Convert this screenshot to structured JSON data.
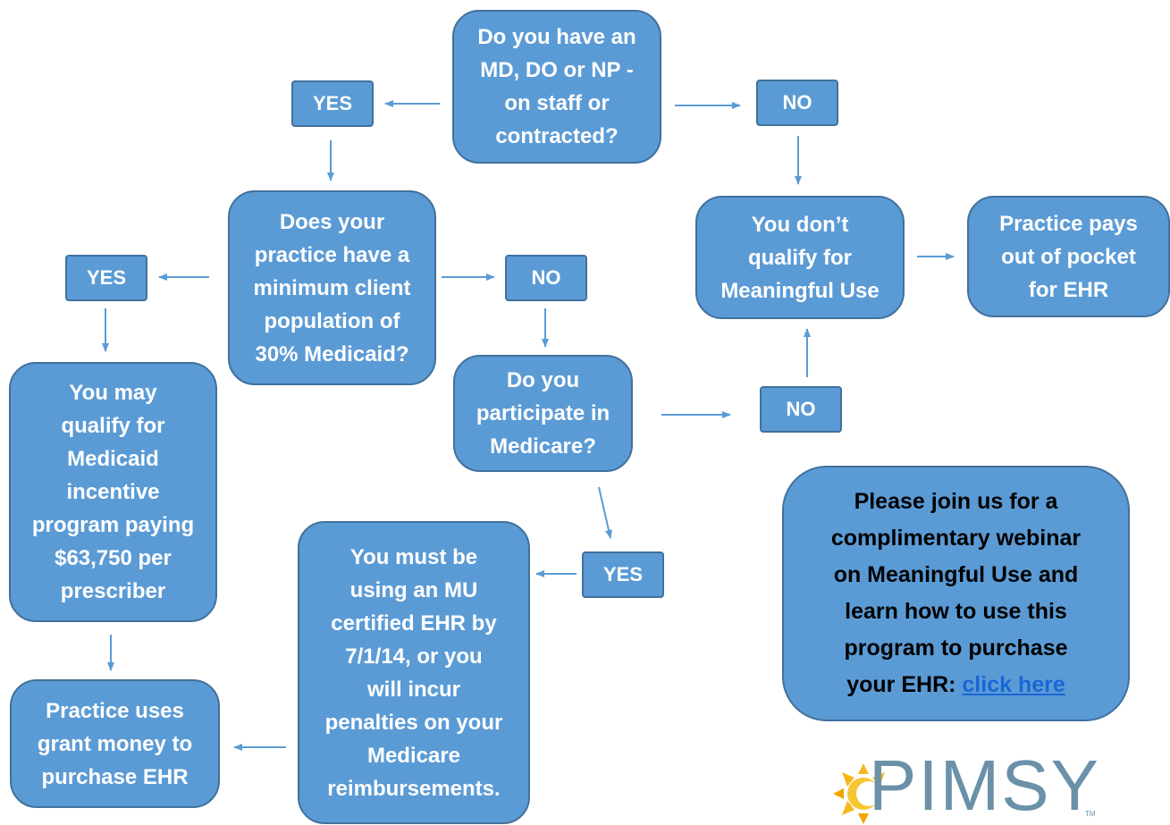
{
  "boxes": {
    "q_prescriber": "Do you have an\nMD, DO or NP -\non staff or\ncontracted?",
    "q_medicaid": "Does your\npractice have a\nminimum client\npopulation of\n30% Medicaid?",
    "q_medicare": "Do you\nparticipate in\nMedicare?",
    "not_qualify": "You don’t\nqualify for\nMeaningful Use",
    "pays_out_of_pocket": "Practice pays\nout of pocket\nfor EHR",
    "medicaid_incentive": "You may\nqualify for\nMedicaid\nincentive\nprogram paying\n$63,750 per\nprescriber",
    "must_use_ehr": "You must be\nusing an MU\ncertified EHR by\n7/1/14, or you\nwill incur\npenalties on your\nMedicare\nreimbursements.",
    "grant_money": "Practice uses\ngrant money to\npurchase EHR",
    "webinar_text": "Please join us for a\ncomplimentary webinar\non Meaningful Use and\nlearn how to use this\nprogram to purchase\nyour EHR: ",
    "webinar_link": "click here"
  },
  "tags": {
    "yes_1": "YES",
    "no_1": "NO",
    "yes_2": "YES",
    "no_2": "NO",
    "no_3": "NO",
    "yes_3": "YES"
  },
  "logo": {
    "wordmark": "PIMSY",
    "trademark": "TM"
  },
  "colors": {
    "box_fill": "#5b9bd5",
    "box_border": "#41719c",
    "arrow": "#5b9bd5",
    "link": "#1a66d6"
  }
}
